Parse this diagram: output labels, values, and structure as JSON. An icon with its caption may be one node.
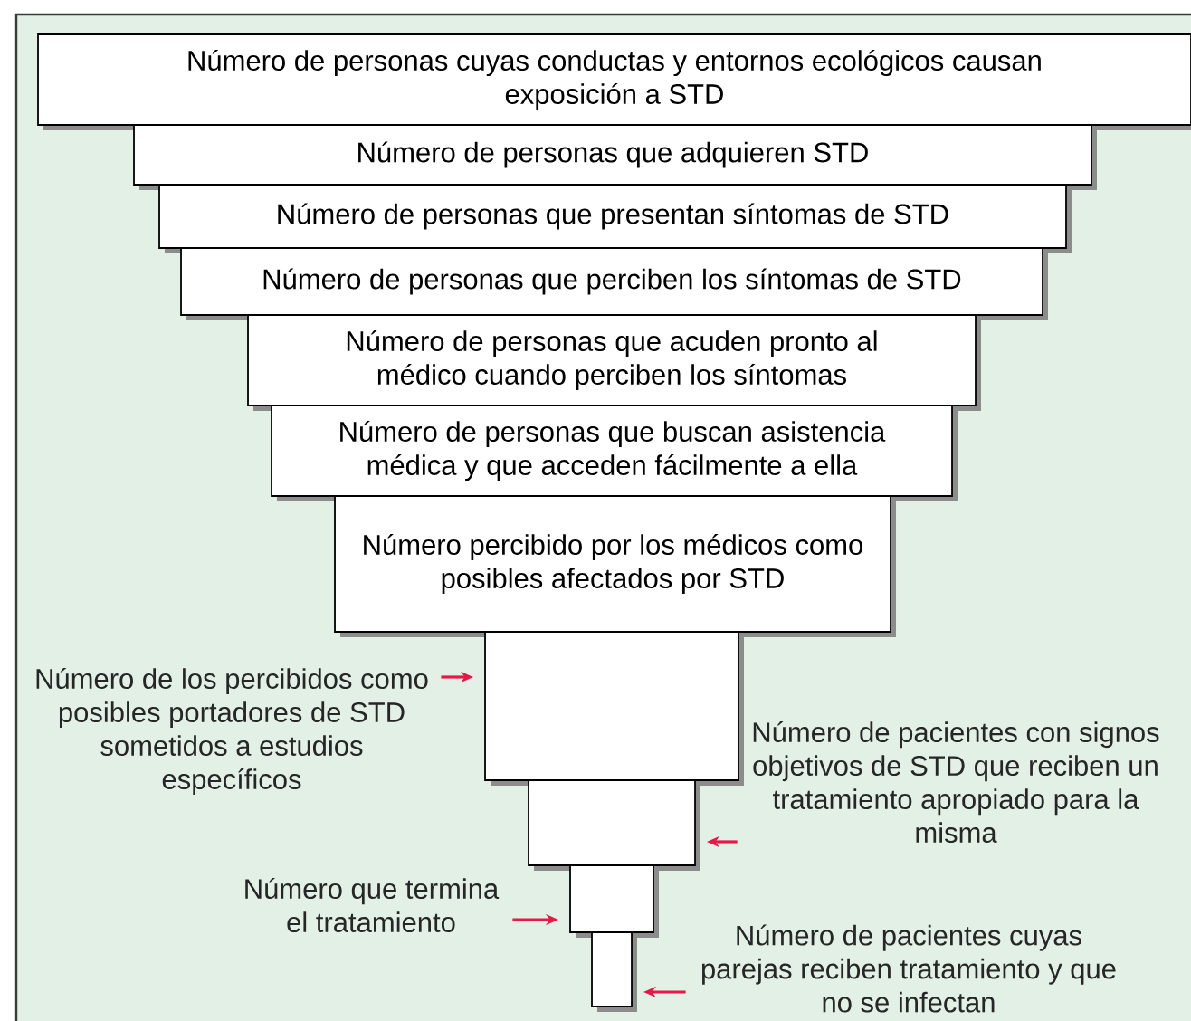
{
  "diagram": {
    "nodes": [
      {
        "text": [
          "Número de personas cuyas conductas y entornos ecológicos causan exposición a STD"
        ]
      },
      {
        "text": [
          "Número de personas que adquieren STD"
        ]
      },
      {
        "text": [
          "Número de personas que presentan síntomas de STD"
        ]
      },
      {
        "text": [
          "Número de personas que perciben los síntomas de STD"
        ]
      },
      {
        "text": [
          "Número de personas que acuden pronto al médico cuando perciben los síntomas"
        ]
      },
      {
        "text": [
          "Número de personas que buscan asistencia médica y que acceden fácilmente a ella"
        ]
      },
      {
        "text": [
          "Número percibido por los médicos como posibles afectados por STD"
        ]
      },
      {
        "text": [],
        "shape": "box"
      },
      {
        "text": [],
        "shape": "box"
      },
      {
        "text": [],
        "shape": "box"
      },
      {
        "text": [],
        "shape": "box"
      },
      {
        "text": [
          "Número de los percibidos como posibles portadores de STD sometidos a estudios específicos"
        ]
      },
      {
        "text": [
          "Número de pacientes con signos objetivos de STD que reciben un tratamiento apropiado para la misma"
        ]
      },
      {
        "text": [
          "Número que termina el tratamiento"
        ]
      },
      {
        "text": [
          "Número de pacientes cuyas parejas reciben tratamiento y que no se infectan"
        ]
      }
    ],
    "edges": [
      {
        "from": 11,
        "to": 7,
        "arrow": "to"
      },
      {
        "from": 12,
        "to": 8,
        "arrow": "to"
      },
      {
        "from": 13,
        "to": 9,
        "arrow": "to"
      },
      {
        "from": 14,
        "to": 10,
        "arrow": "to"
      }
    ]
  }
}
